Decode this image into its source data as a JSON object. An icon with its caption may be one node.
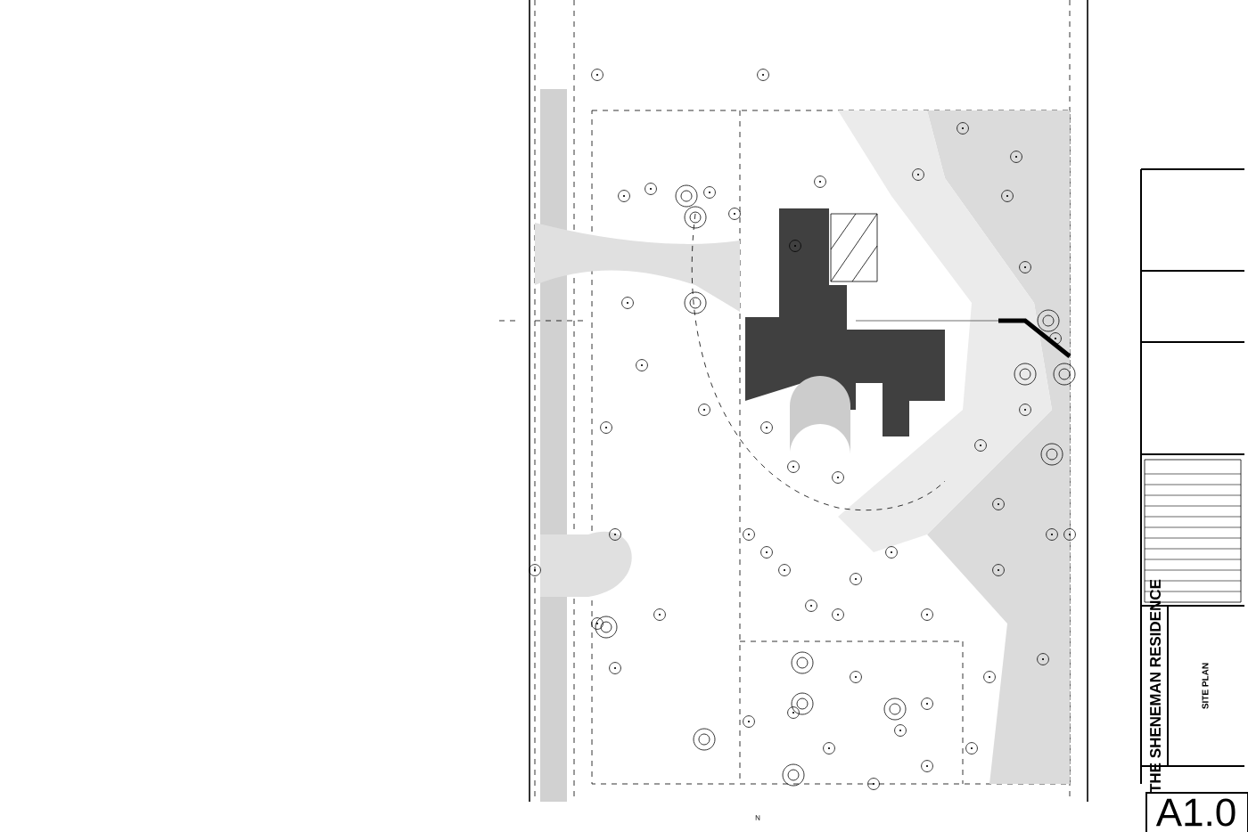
{
  "diagram": {
    "title": "THE SHENEMAN RESIDENCE",
    "labels": [
      "SITE PLAN",
      "A1.0",
      "N"
    ]
  }
}
